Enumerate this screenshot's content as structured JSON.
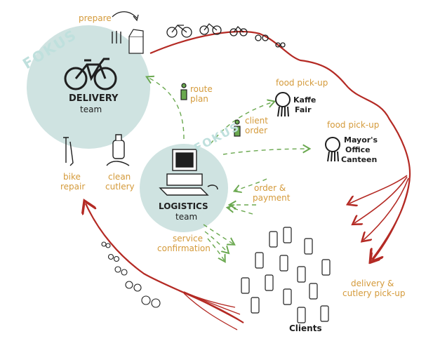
{
  "labels": {
    "fokus_1": "FOKUS",
    "fokus_2": "FOKUS",
    "prepare": "prepare",
    "delivery_team_title": "DELIVERY",
    "delivery_team_sub": "team",
    "logistics_team_title": "LOGISTICS",
    "logistics_team_sub": "team",
    "route_plan_1": "route",
    "route_plan_2": "plan",
    "client_order_1": "client",
    "client_order_2": "order",
    "food_pickup_1": "food pick-up",
    "food_pickup_2": "food pick-up",
    "kaffe_1": "Kaffe",
    "kaffe_2": "Fair",
    "mayor_1": "Mayor's",
    "mayor_2": "Office",
    "mayor_3": "Canteen",
    "order_payment_1": "order &",
    "order_payment_2": "payment",
    "bike_repair_1": "bike",
    "bike_repair_2": "repair",
    "clean_cutlery_1": "clean",
    "clean_cutlery_2": "cutlery",
    "service_conf_1": "service",
    "service_conf_2": "confirmation",
    "delivery_pickup_1": "delivery &",
    "delivery_pickup_2": "cutlery pick-up",
    "clients": "Clients"
  },
  "colors": {
    "circle_fill": "#cfe3e1",
    "fokus_text": "#bfe0dd",
    "label_orange": "#d49a3a",
    "arrow_red": "#b42a24",
    "arrow_green": "#6aa84f",
    "ink": "#1f1f1f"
  }
}
